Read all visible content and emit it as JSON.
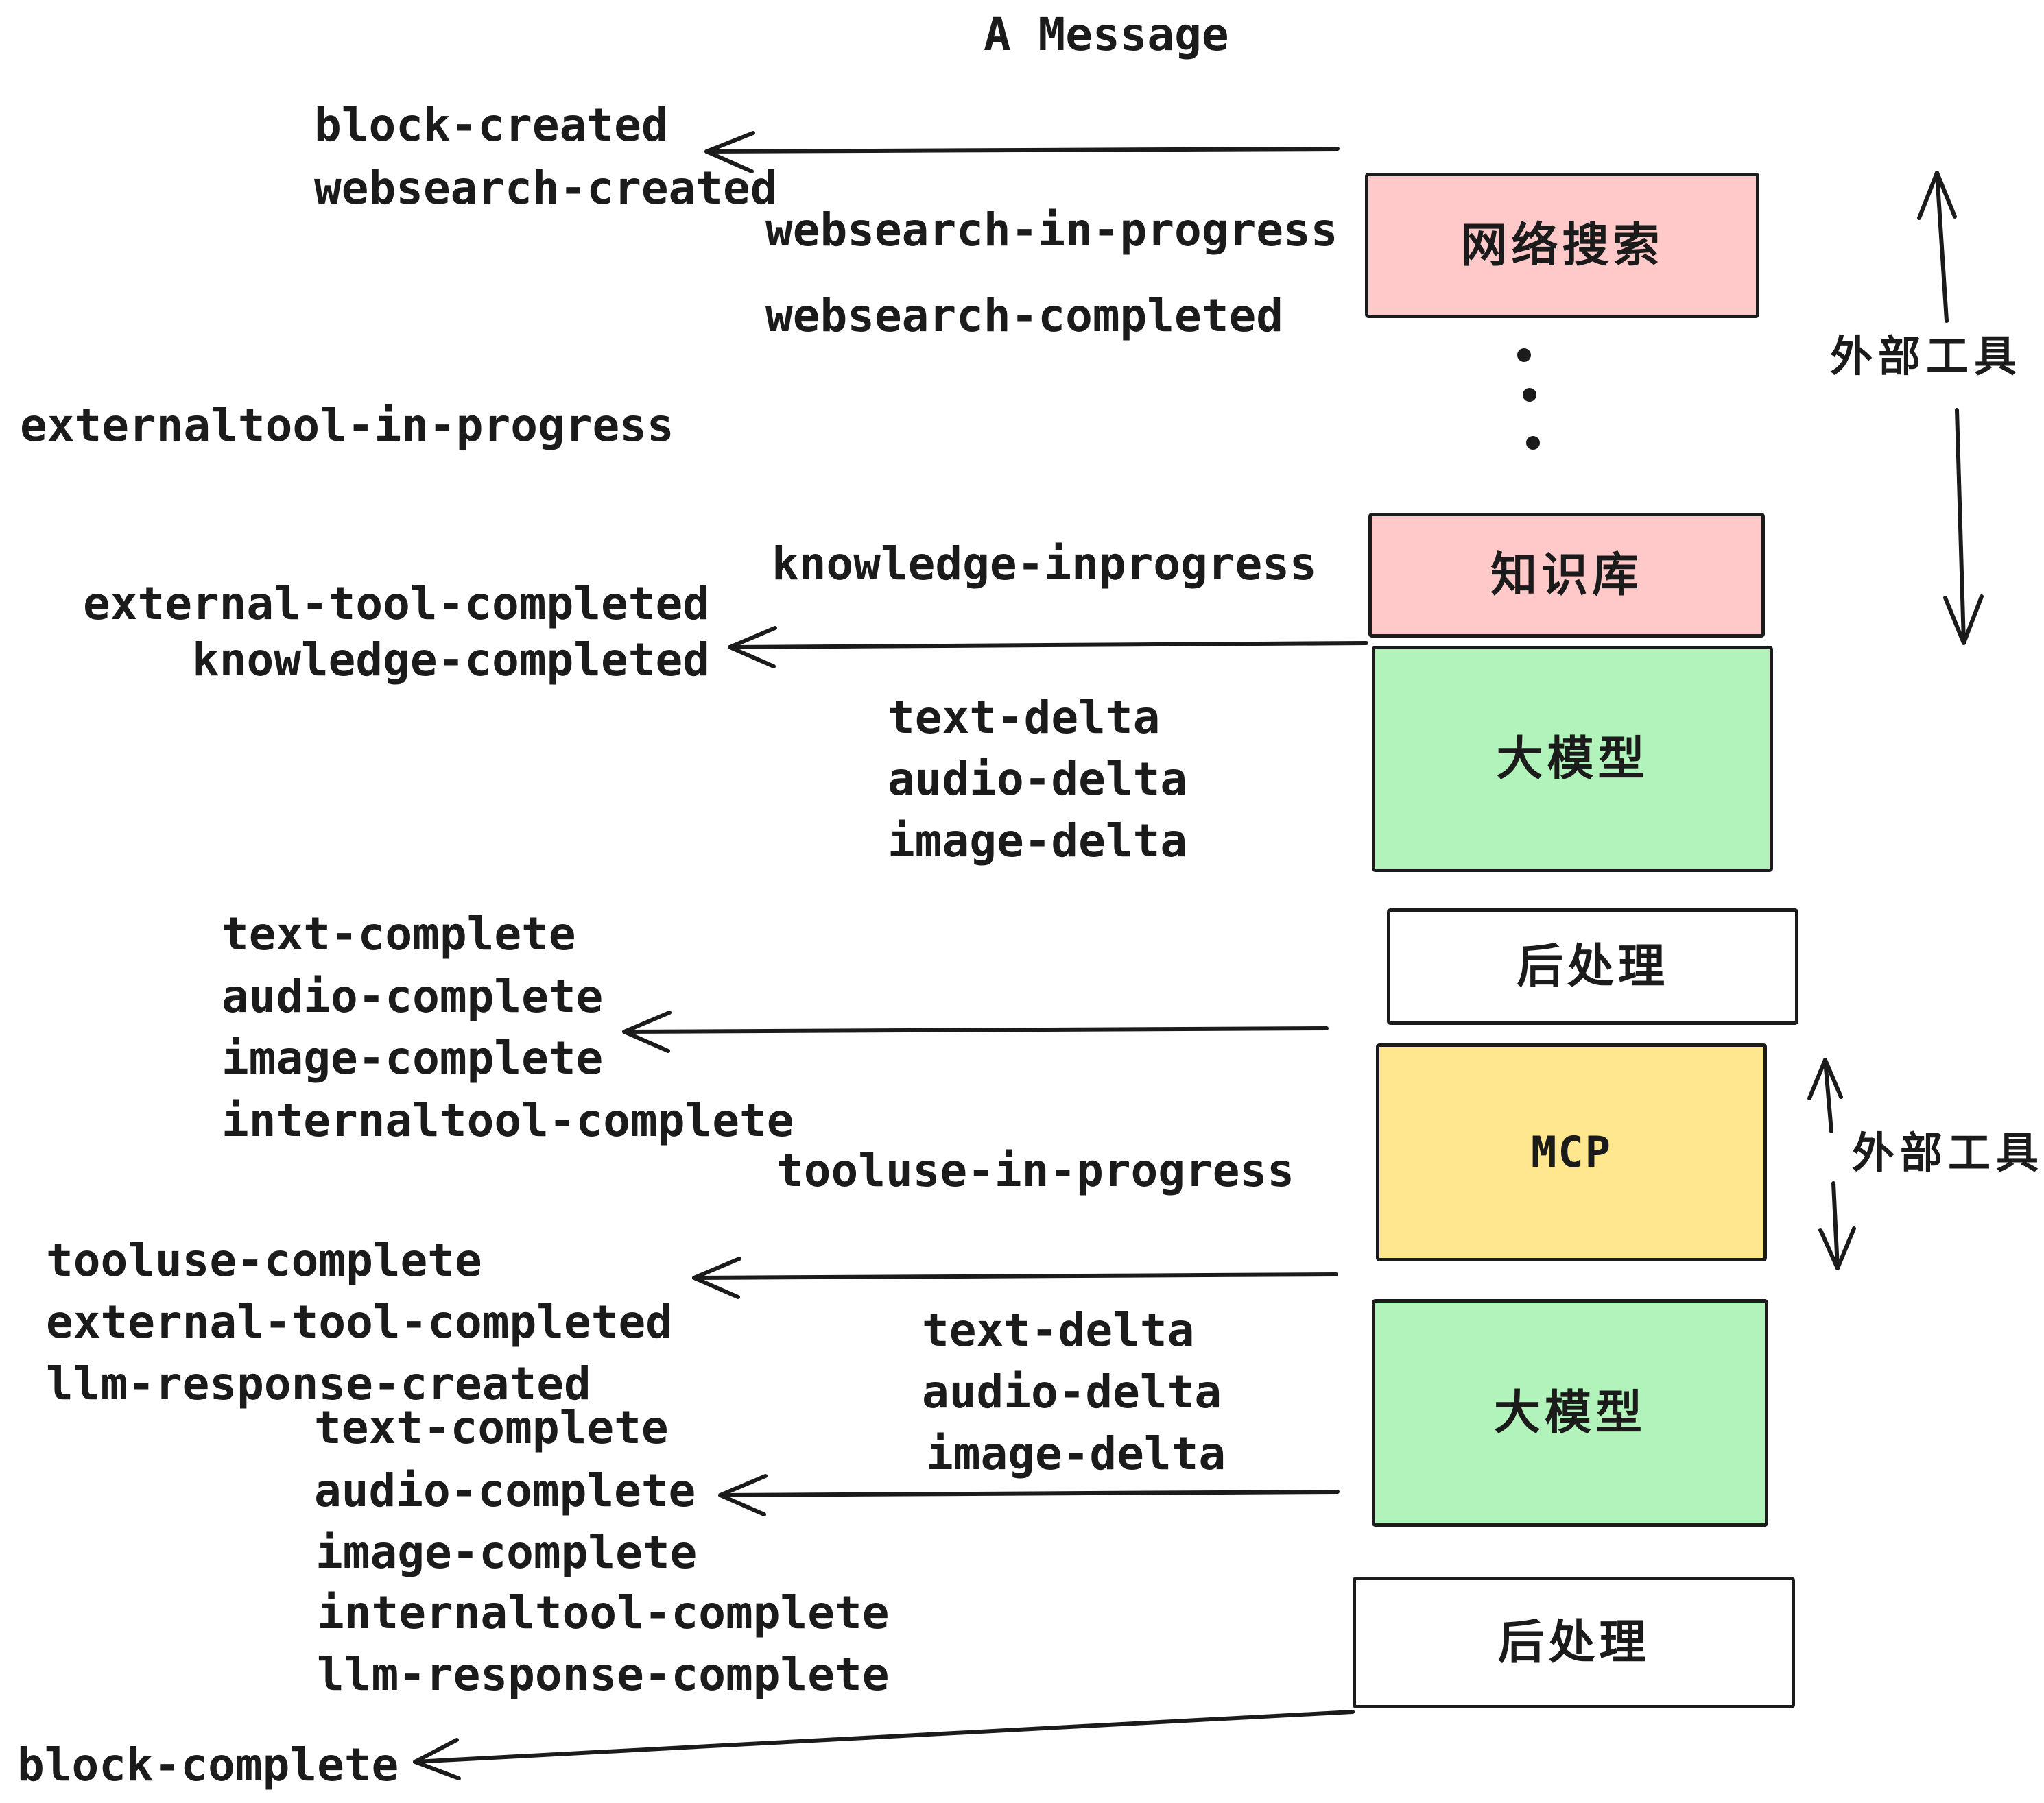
{
  "page": {
    "title": "A Message"
  },
  "nodes": [
    {
      "id": "websearch",
      "label": "网络搜索",
      "fill": "#ffc9c9"
    },
    {
      "id": "knowledge",
      "label": "知识库",
      "fill": "#ffc9c9"
    },
    {
      "id": "llm-1",
      "label": "大模型",
      "fill": "#b2f2bb"
    },
    {
      "id": "post-1",
      "label": "后处理",
      "fill": "#ffffff"
    },
    {
      "id": "mcp",
      "label": "MCP",
      "fill": "#ffe78f"
    },
    {
      "id": "llm-2",
      "label": "大模型",
      "fill": "#b2f2bb"
    },
    {
      "id": "post-2",
      "label": "后处理",
      "fill": "#ffffff"
    }
  ],
  "side_labels": {
    "top": "外部工具",
    "bottom": "外部工具"
  },
  "events": {
    "block_created": "block-created",
    "websearch_created": "websearch-created",
    "websearch_in_progress": "websearch-in-progress",
    "websearch_completed": "websearch-completed",
    "externaltool_in_progress": "externaltool-in-progress",
    "knowledge_inprogress": "knowledge-inprogress",
    "external_tool_completed_1": "external-tool-completed",
    "knowledge_completed": "knowledge-completed",
    "text_delta_1": "text-delta",
    "audio_delta_1": "audio-delta",
    "image_delta_1": "image-delta",
    "text_complete_1": "text-complete",
    "audio_complete_1": "audio-complete",
    "image_complete_1": "image-complete",
    "internaltool_complete_1": "internaltool-complete",
    "tooluse_in_progress": "tooluse-in-progress",
    "tooluse_complete": "tooluse-complete",
    "external_tool_completed_2": "external-tool-completed",
    "llm_response_created": "llm-response-created",
    "text_delta_2": "text-delta",
    "audio_delta_2": "audio-delta",
    "image_delta_2": "image-delta",
    "text_complete_2": "text-complete",
    "audio_complete_2": "audio-complete",
    "image_complete_2": "image-complete",
    "internaltool_complete_2": "internaltool-complete",
    "llm_response_complete": "llm-response-complete",
    "block_complete": "block-complete"
  },
  "icons": {
    "ellipsis": "vertical-ellipsis-dots"
  },
  "colors": {
    "ink": "#1b1b1b",
    "pink": "#ffc9c9",
    "green": "#b2f2bb",
    "yellow": "#ffe78f",
    "white": "#ffffff",
    "background": "#ffffff"
  },
  "edges": [
    {
      "from": "websearch",
      "points_to": "websearch-created"
    },
    {
      "from": "knowledge",
      "points_to": "knowledge-completed"
    },
    {
      "from": "post-1",
      "points_to": "image-complete"
    },
    {
      "from": "mcp",
      "points_to": "external-tool-completed"
    },
    {
      "from": "llm-2",
      "points_to": "audio-complete"
    },
    {
      "from": "post-2",
      "points_to": "block-complete"
    },
    {
      "between": "websearch and 外部工具 (double vertical arrow, top right)"
    },
    {
      "between": "mcp and 外部工具 (double vertical arrow, middle right)"
    }
  ]
}
